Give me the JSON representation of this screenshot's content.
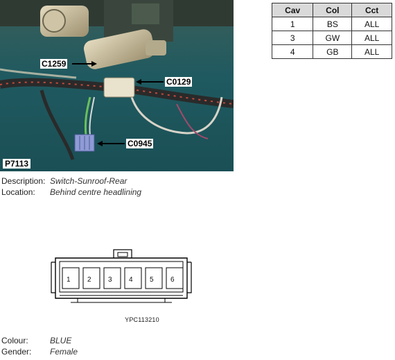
{
  "photo": {
    "id_label": "P7113",
    "callouts": [
      "C1259",
      "C0129",
      "C0945"
    ]
  },
  "cavity_table": {
    "headers": [
      "Cav",
      "Col",
      "Cct"
    ],
    "rows": [
      [
        "1",
        "BS",
        "ALL"
      ],
      [
        "3",
        "GW",
        "ALL"
      ],
      [
        "4",
        "GB",
        "ALL"
      ]
    ]
  },
  "description": {
    "label": "Description:",
    "value": "Switch-Sunroof-Rear"
  },
  "location": {
    "label": "Location:",
    "value": "Behind centre headlining"
  },
  "connector": {
    "pins": [
      "1",
      "2",
      "3",
      "4",
      "5",
      "6"
    ],
    "code": "YPC113210"
  },
  "colour": {
    "label": "Colour:",
    "value": "BLUE"
  },
  "gender": {
    "label": "Gender:",
    "value": "Female"
  },
  "colors": {
    "photo_background": "#1e5e63",
    "connector_body": "#8f9bd4",
    "harness_tape": "#2a2a2a"
  }
}
